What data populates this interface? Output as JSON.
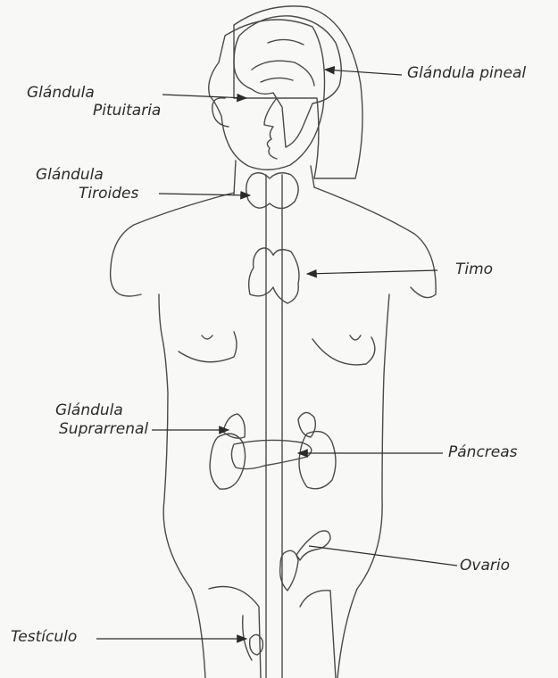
{
  "labels": {
    "pituitaria_1": "Glándula",
    "pituitaria_2": "Pituitaria",
    "pineal": "Glándula pineal",
    "tiroides_1": "Glándula",
    "tiroides_2": "Tiroides",
    "timo": "Timo",
    "suprarrenal_1": "Glándula",
    "suprarrenal_2": "Suprarrenal",
    "pancreas": "Páncreas",
    "ovario": "Ovario",
    "testiculo": "Testículo"
  },
  "colors": {
    "brain": "#ecec7a",
    "hair": "#c6c6c6",
    "thyroid": "#ea5a7c",
    "blue_glands": "#6aa8dd",
    "ovary": "#e0628a",
    "testicle": "#e8c53a",
    "outline": "#4a4a4a",
    "background": "#f8f8f6"
  }
}
